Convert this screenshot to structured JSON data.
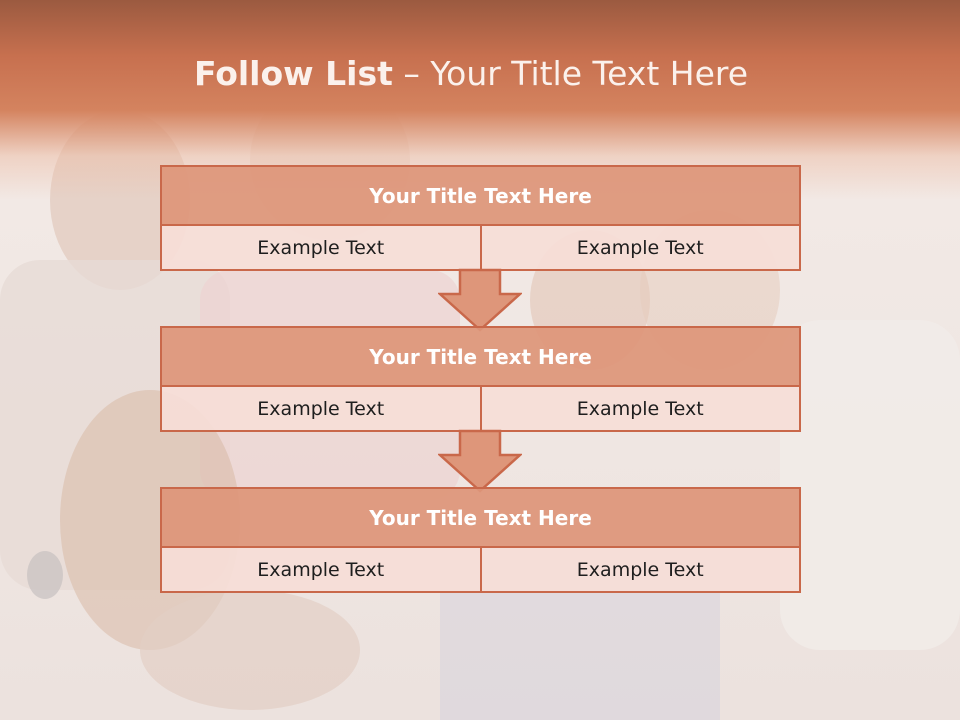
{
  "slide": {
    "title_bold": "Follow List",
    "title_rest": " – Your Title Text Here"
  },
  "flow": [
    {
      "heading": "Your Title Text Here",
      "left": "Example Text",
      "right": "Example Text"
    },
    {
      "heading": "Your Title Text Here",
      "left": "Example Text",
      "right": "Example Text"
    },
    {
      "heading": "Your Title Text Here",
      "left": "Example Text",
      "right": "Example Text"
    }
  ],
  "colors": {
    "accent": "#c9684a",
    "header_fill": "#de967a",
    "cell_fill": "#f6ded7"
  },
  "background": "family-photo"
}
